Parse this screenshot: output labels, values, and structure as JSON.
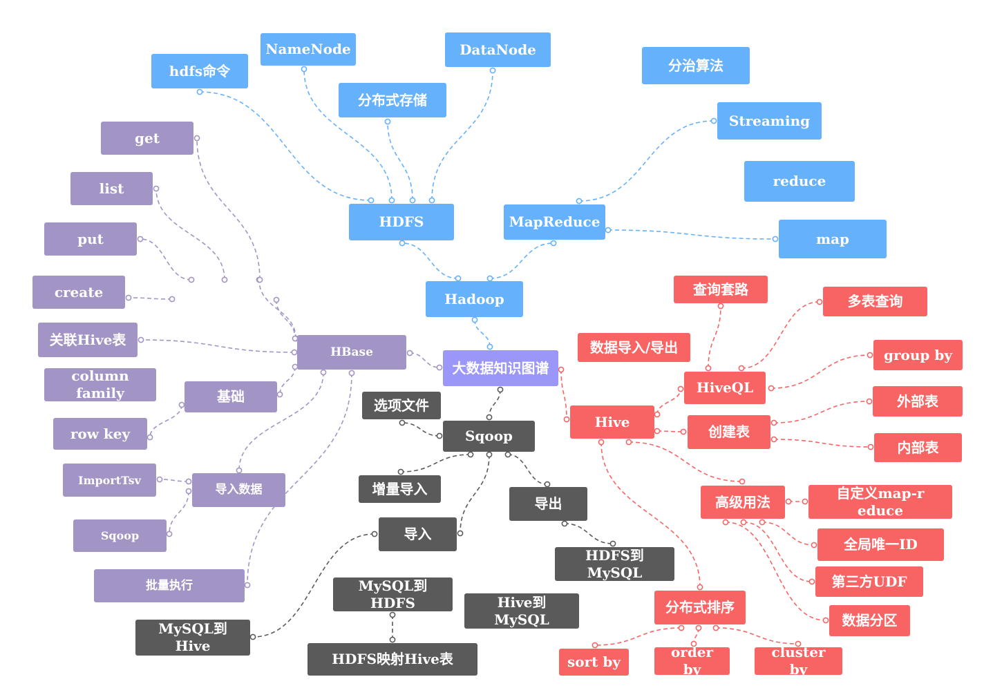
{
  "colors": {
    "hadoop": "#66b1fb",
    "hbase": "#a394c6",
    "hive": "#f86464",
    "sqoop": "#5a5a5a",
    "root": "#9b97f8"
  },
  "nodes": {
    "root": "大数据知识图谱",
    "hadoop": "Hadoop",
    "hdfs": "HDFS",
    "mapreduce": "MapReduce",
    "hdfs_cmd": "hdfs命令",
    "namenode": "NameNode",
    "dist_storage": "分布式存储",
    "datanode": "DataNode",
    "divide_conquer": "分治算法",
    "streaming": "Streaming",
    "reduce": "reduce",
    "map": "map",
    "hbase": "HBase",
    "get": "get",
    "list": "list",
    "put": "put",
    "create": "create",
    "link_hive": "关联Hive表",
    "column_family": "column family",
    "basics": "基础",
    "row_key": "row key",
    "importtsv": "ImportTsv",
    "import_data": "导入数据",
    "hbase_sqoop": "Sqoop",
    "batch_exec": "批量执行",
    "sqoop": "Sqoop",
    "option_file": "选项文件",
    "incr_import": "增量导入",
    "import": "导入",
    "export": "导出",
    "hdfs_to_mysql": "HDFS到MySQL",
    "mysql_to_hdfs": "MySQL到HDFS",
    "hive_to_mysql": "Hive到MySQL",
    "mysql_to_hive": "MySQL到Hive",
    "hdfs_map_hive": "HDFS映射Hive表",
    "hive": "Hive",
    "data_io": "数据导入/导出",
    "query_routine": "查询套路",
    "multi_query": "多表查询",
    "hiveql": "HiveQL",
    "group_by": "group by",
    "create_table": "创建表",
    "external_table": "外部表",
    "internal_table": "内部表",
    "advanced": "高级用法",
    "custom_mr": "自定义map-reduce",
    "global_id": "全局唯一ID",
    "third_udf": "第三方UDF",
    "partition": "数据分区",
    "dist_sort": "分布式排序",
    "sort_by": "sort by",
    "order_by": "order by",
    "cluster_by": "cluster by"
  }
}
